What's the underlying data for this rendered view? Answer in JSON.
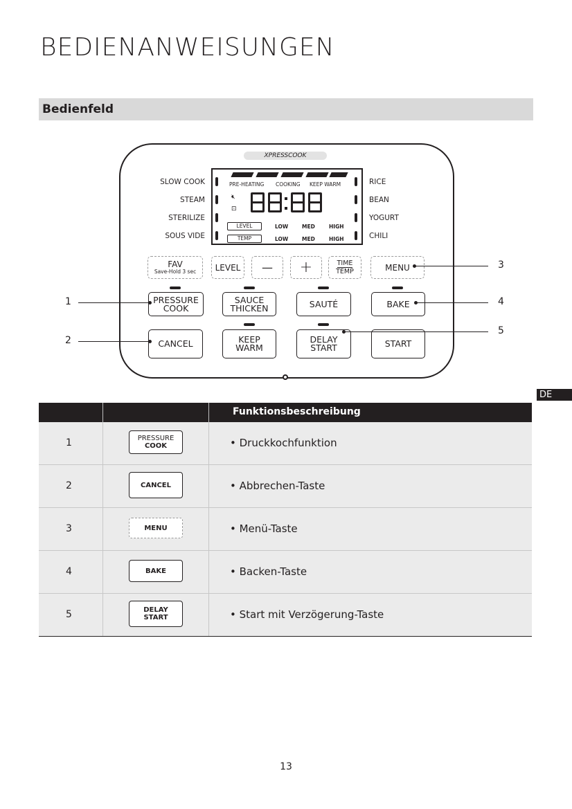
{
  "page": {
    "title": "BEDIENANWEISUNGEN",
    "section": "Bedienfeld",
    "language_tab": "DE",
    "page_number": "13"
  },
  "panel": {
    "brand": "XPRESSCOOK",
    "lcd": {
      "status": [
        "PRE-HEATING",
        "COOKING",
        "KEEP WARM"
      ],
      "digits": "88:88",
      "level_label": "LEVEL",
      "temp_label": "TEMP",
      "low": "LOW",
      "med": "MED",
      "high": "HIGH"
    },
    "left_programs": [
      "SLOW COOK",
      "STEAM",
      "STERILIZE",
      "SOUS VIDE"
    ],
    "right_programs": [
      "RICE",
      "BEAN",
      "YOGURT",
      "CHILI"
    ],
    "controls": {
      "fav": "FAV",
      "fav_hint": "Save-Hold 3 sec",
      "level": "LEVEL",
      "minus": "—",
      "plus": "+",
      "time": "TIME",
      "temp": "TEMP",
      "menu": "MENU"
    },
    "buttons": {
      "pressure_1": "PRESSURE",
      "pressure_2": "COOK",
      "sauce_1": "SAUCE",
      "sauce_2": "THICKEN",
      "saute": "SAUTÉ",
      "bake": "BAKE",
      "cancel": "CANCEL",
      "keep_1": "KEEP",
      "keep_2": "WARM",
      "delay_1": "DELAY",
      "delay_2": "START",
      "start": "START"
    },
    "callouts": [
      "1",
      "2",
      "3",
      "4",
      "5"
    ]
  },
  "table": {
    "header": "Funktionsbeschreibung",
    "rows": [
      {
        "num": "1",
        "btn1": "PRESSURE",
        "btn2": "COOK",
        "desc": "• Druckkochfunktion"
      },
      {
        "num": "2",
        "btn1": "CANCEL",
        "btn2": "",
        "desc": "• Abbrechen-Taste"
      },
      {
        "num": "3",
        "btn1": "MENU",
        "btn2": "",
        "desc": "• Menü-Taste"
      },
      {
        "num": "4",
        "btn1": "BAKE",
        "btn2": "",
        "desc": "• Backen-Taste"
      },
      {
        "num": "5",
        "btn1": "DELAY",
        "btn2": "START",
        "desc": "• Start mit Verzögerung-Taste"
      }
    ]
  }
}
